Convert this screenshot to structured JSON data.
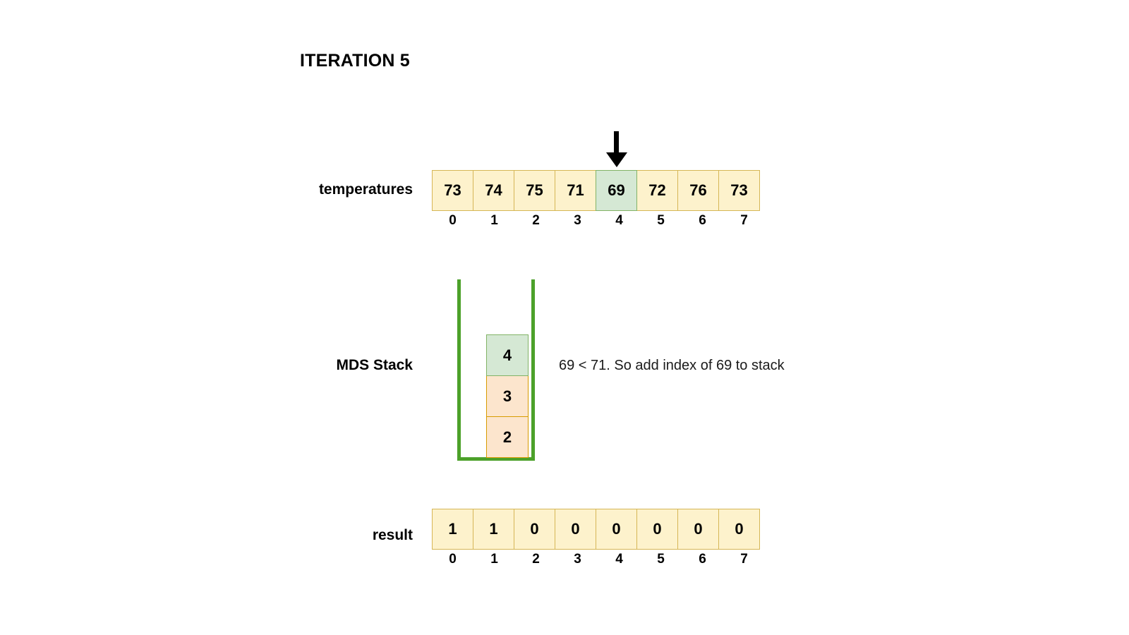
{
  "title": "ITERATION 5",
  "temperatures": {
    "label": "temperatures",
    "values": [
      "73",
      "74",
      "75",
      "71",
      "69",
      "72",
      "76",
      "73"
    ],
    "indices": [
      "0",
      "1",
      "2",
      "3",
      "4",
      "5",
      "6",
      "7"
    ],
    "highlight_index": 4,
    "pointer_index": 4
  },
  "stack": {
    "label": "MDS Stack",
    "items": [
      "4",
      "3",
      "2"
    ],
    "highlight_item": 0,
    "annotation": "69 < 71. So add index of 69 to stack"
  },
  "result": {
    "label": "result",
    "values": [
      "1",
      "1",
      "0",
      "0",
      "0",
      "0",
      "0",
      "0"
    ],
    "indices": [
      "0",
      "1",
      "2",
      "3",
      "4",
      "5",
      "6",
      "7"
    ]
  },
  "colors": {
    "cell_fill": "#fdf2cc",
    "cell_border": "#d6b656",
    "highlight_fill": "#d5e8d4",
    "highlight_border": "#82b366",
    "stack_cell_fill": "#fce5cd",
    "stack_cell_border": "#d79b00",
    "stack_container": "#4ca12a",
    "arrow": "#000000",
    "background": "#ffffff"
  },
  "icons": {
    "pointer": "down-arrow-icon"
  }
}
